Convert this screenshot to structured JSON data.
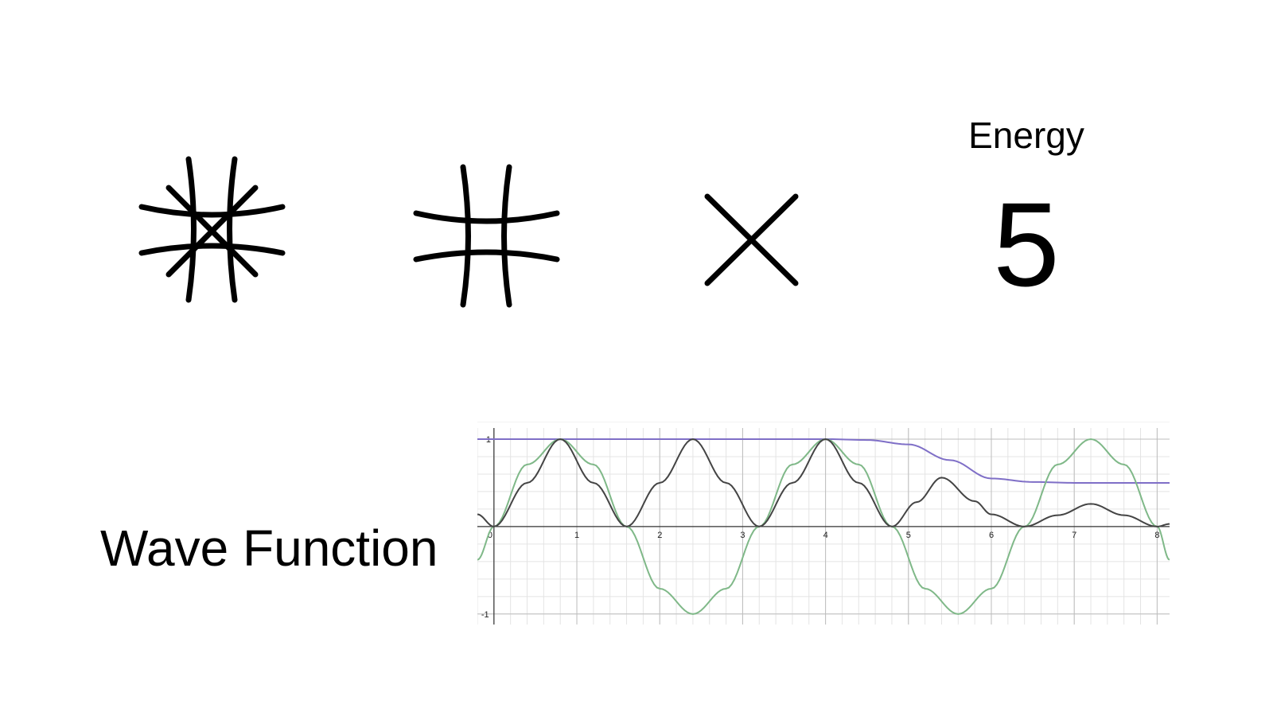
{
  "symbols": [
    {
      "name": "double-line-with-diagonals-symbol"
    },
    {
      "name": "double-line-crossing-symbol"
    },
    {
      "name": "x-cross-symbol"
    }
  ],
  "energy": {
    "label": "Energy",
    "value": "5"
  },
  "wave": {
    "label": "Wave Function"
  },
  "chart_data": {
    "type": "line",
    "title": "",
    "xlabel": "",
    "ylabel": "",
    "xlim": [
      -0.2,
      8.15
    ],
    "ylim": [
      -1.12,
      1.2
    ],
    "x_ticks": [
      0,
      1,
      2,
      3,
      4,
      5,
      6,
      7,
      8
    ],
    "y_ticks": [
      -1,
      1
    ],
    "grid": true,
    "series": [
      {
        "color": "#7f6fc7",
        "description_x": [
          -0.2,
          0.5,
          1,
          2,
          3,
          4,
          4.5,
          5,
          5.5,
          6,
          6.5,
          7,
          7.5,
          8,
          8.15
        ],
        "values": [
          1,
          1,
          1,
          1,
          1,
          1,
          0.99,
          0.94,
          0.76,
          0.55,
          0.51,
          0.5,
          0.5,
          0.5,
          0.5
        ]
      },
      {
        "color": "#7fb888",
        "x": [
          -0.2,
          0,
          0.4,
          0.8,
          1.2,
          1.6,
          2.0,
          2.4,
          2.8,
          3.2,
          3.6,
          4.0,
          4.4,
          4.8,
          5.2,
          5.6,
          6.0,
          6.4,
          6.8,
          7.2,
          7.6,
          8.0,
          8.15
        ],
        "values": [
          -0.38,
          0,
          0.71,
          1,
          0.71,
          0,
          -0.71,
          -1,
          -0.71,
          0,
          0.71,
          1,
          0.71,
          0,
          -0.71,
          -1,
          -0.71,
          0,
          0.71,
          1,
          0.71,
          0,
          -0.38
        ]
      },
      {
        "color": "#444444",
        "x": [
          -0.2,
          0,
          0.4,
          0.8,
          1.2,
          1.6,
          2.0,
          2.4,
          2.8,
          3.2,
          3.6,
          4.0,
          4.4,
          4.8,
          5.1,
          5.4,
          5.8,
          6.0,
          6.4,
          6.8,
          7.2,
          7.6,
          8.0,
          8.15
        ],
        "values": [
          0.14,
          0,
          0.5,
          1,
          0.5,
          0,
          0.5,
          1,
          0.5,
          0,
          0.5,
          1,
          0.5,
          0,
          0.28,
          0.56,
          0.29,
          0.14,
          0,
          0.13,
          0.26,
          0.13,
          0,
          0.03
        ]
      }
    ]
  }
}
